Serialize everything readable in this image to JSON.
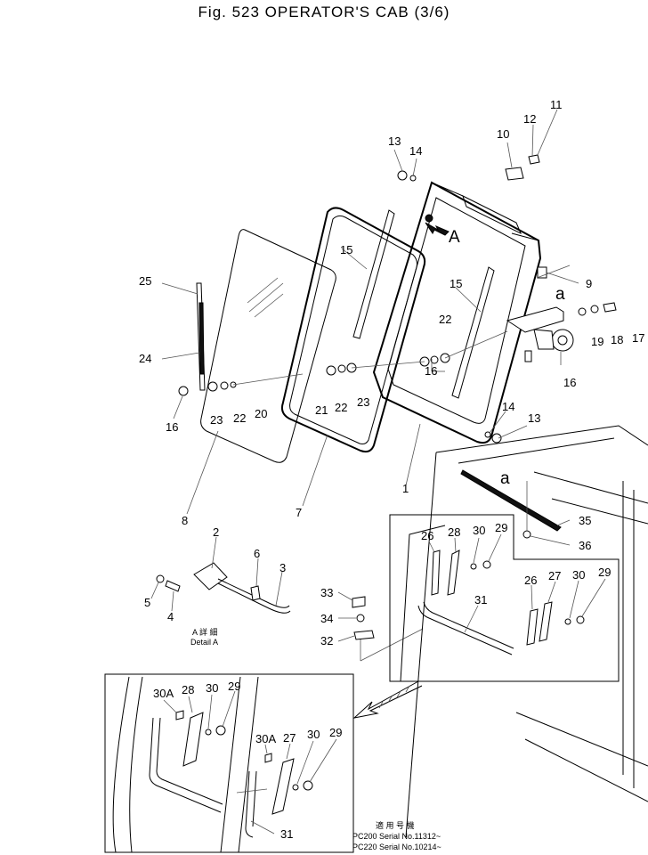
{
  "header": {
    "title": "Fig. 523   OPERATOR'S CAB (3/6)"
  },
  "labels": {
    "n1": "1",
    "n2": "2",
    "n3": "3",
    "n4": "4",
    "n5": "5",
    "n6": "6",
    "n7": "7",
    "n8": "8",
    "n9": "9",
    "n10": "10",
    "n11": "11",
    "n12": "12",
    "n13a": "13",
    "n13b": "13",
    "n14a": "14",
    "n14b": "14",
    "n15a": "15",
    "n15b": "15",
    "n16a": "16",
    "n16b": "16",
    "n16c": "16",
    "n17": "17",
    "n18": "18",
    "n19": "19",
    "n20": "20",
    "n21": "21",
    "n22a": "22",
    "n22b": "22",
    "n22c": "22",
    "n23a": "23",
    "n23b": "23",
    "n24": "24",
    "n25": "25",
    "n26a": "26",
    "n26b": "26",
    "n27a": "27",
    "n27b": "27",
    "n28a": "28",
    "n28b": "28",
    "n29a": "29",
    "n29b": "29",
    "n29c": "29",
    "n29d": "29",
    "n30a": "30",
    "n30b": "30",
    "n30c": "30",
    "n30d": "30",
    "n30Aa": "30A",
    "n30Ab": "30A",
    "n31a": "31",
    "n31b": "31",
    "n32": "32",
    "n33": "33",
    "n34": "34",
    "n35": "35",
    "n36": "36",
    "arrowA": "A",
    "a1": "a",
    "a2": "a"
  },
  "detail": {
    "jp": "A 詳 細",
    "en": "Detail A"
  },
  "serials": {
    "heading": "適 用 号 機",
    "line1": "PC200  Serial No.11312~",
    "line2": "PC220  Serial No.10214~"
  }
}
